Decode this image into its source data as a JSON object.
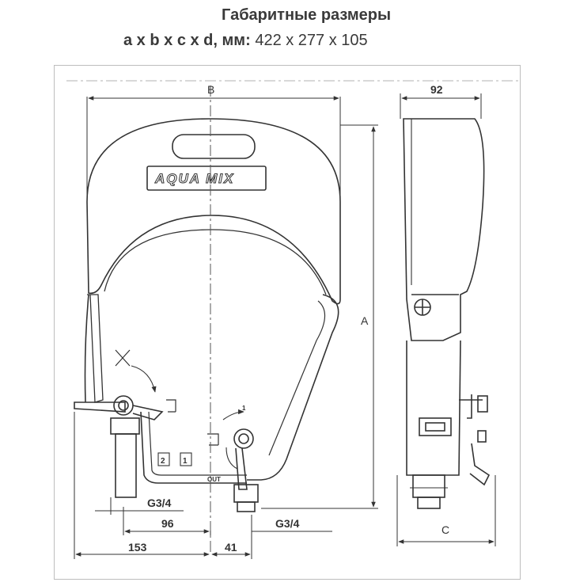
{
  "title": {
    "line1": "Габаритные размеры",
    "line2_label": "a x b x c x d, мм:",
    "line2_value": " 422 x 277 x 105"
  },
  "drawing": {
    "brand": "AQUA MIX",
    "dims": {
      "B": "B",
      "A": "A",
      "C": "C",
      "side_width": "92",
      "g34_left": "G3/4",
      "g34_right": "G3/4",
      "d96": "96",
      "d153": "153",
      "d41": "41"
    },
    "control_labels": {
      "box2": "2",
      "box1": "1",
      "out": "OUT",
      "arrow1": "1"
    }
  }
}
